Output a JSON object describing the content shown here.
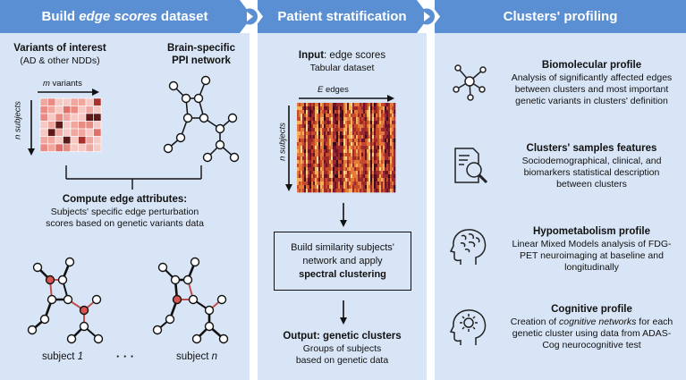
{
  "headers": {
    "p1_before": "Build ",
    "p1_italic": "edge scores",
    "p1_after": " dataset",
    "p2": "Patient stratification",
    "p3": "Clusters' profiling"
  },
  "panel1": {
    "variants_title": "Variants of interest",
    "variants_sub": "(AD & other NDDs)",
    "ppi_title_1": "Brain-specific",
    "ppi_title_2": "PPI network",
    "m_italic": "m",
    "m_text": " variants",
    "n_subjects": "n subjects",
    "compute_title": "Compute edge attributes:",
    "compute_desc_1": "Subjects' specific edge perturbation",
    "compute_desc_2": "scores based on genetic variants data",
    "subject_1_prefix": "subject ",
    "subject_1_num": "1",
    "ellipsis": "· · ·",
    "subject_n_prefix": "subject ",
    "subject_n_num": "n"
  },
  "panel2": {
    "input_prefix": "Input",
    "input_rest": ": edge scores",
    "input_sub": "Tabular dataset",
    "e_italic": "E",
    "e_text": " edges",
    "n_subjects": "n subjects",
    "box_line1": "Build similarity subjects'",
    "box_line2": "network and apply",
    "box_line3": "spectral clustering",
    "output_title": "Output: genetic clusters",
    "output_sub_1": "Groups of subjects",
    "output_sub_2": "based on genetic data"
  },
  "panel3": {
    "profiles": [
      {
        "title": "Biomolecular profile",
        "icon": "network-node-icon",
        "lines": [
          "Analysis of significantly affected edges",
          "between clusters and most important",
          "genetic variants in clusters' definition"
        ]
      },
      {
        "title": "Clusters' samples features",
        "icon": "document-search-icon",
        "lines": [
          "Sociodemographical, clinical, and",
          "biomarkers  statistical description",
          "between clusters"
        ]
      },
      {
        "title": "Hypometabolism profile",
        "icon": "brain-head-icon",
        "lines": [
          "Linear Mixed Models analysis of FDG-",
          "PET neuroimaging at baseline and",
          "longitudinally"
        ]
      },
      {
        "title": "Cognitive profile",
        "icon": "gear-head-icon",
        "lines_0_before": "Creation of ",
        "lines_0_italic": "cognitive networks",
        "lines_0_after": " for each",
        "lines": [
          "genetic cluster using data from ADAS-",
          "Cog neurocognitive test"
        ]
      }
    ]
  },
  "colors": {
    "header": "#5b8fd3",
    "panel": "#d8e5f6",
    "node_red": "#d9534f",
    "edge_red": "#c0504d"
  },
  "matrix_shades": [
    "#f7c9c4",
    "#f0a79f",
    "#e98a83",
    "#e07068",
    "#a8332e",
    "#5e1a18"
  ]
}
